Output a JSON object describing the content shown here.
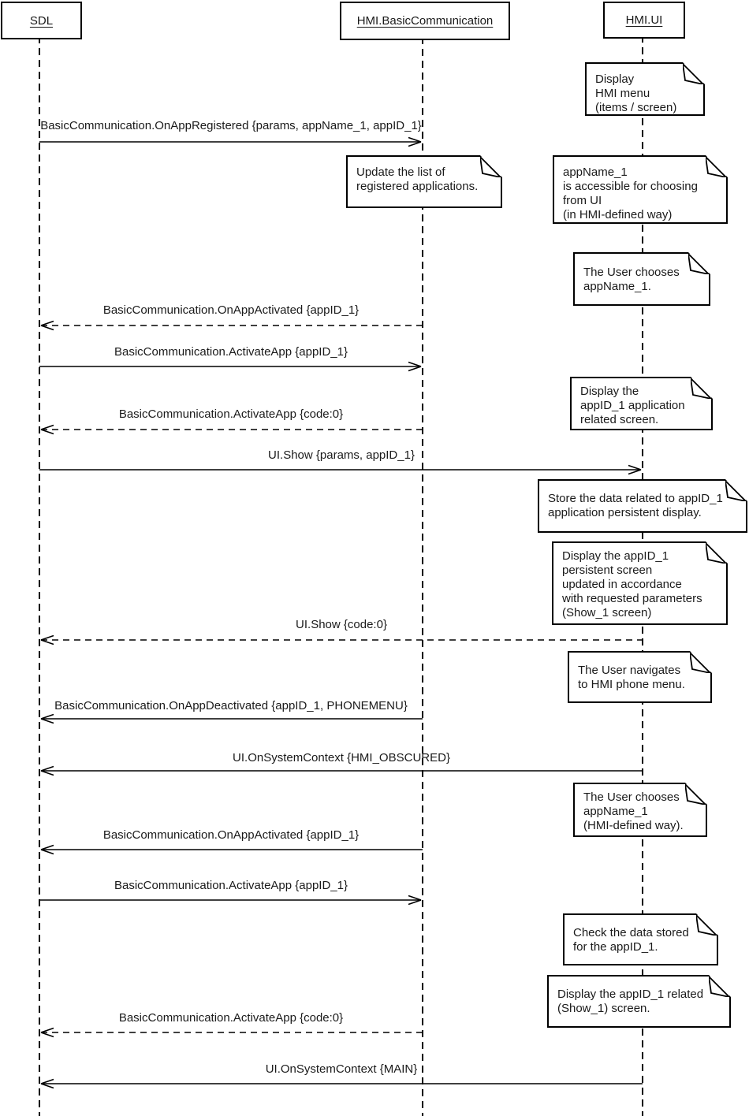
{
  "diagram": {
    "type": "uml-sequence-diagram",
    "colors": {
      "line": "#000000",
      "background": "#ffffff",
      "text": "#1a1a1a"
    },
    "participants": [
      {
        "name": "SDL"
      },
      {
        "name": "HMI.BasicCommunication"
      },
      {
        "name": "HMI.UI"
      }
    ],
    "messages": [
      {
        "label": "BasicCommunication.OnAppRegistered {params, appName_1, appID_1}",
        "from": "SDL",
        "to": "HMI.BasicCommunication",
        "style": "solid"
      },
      {
        "label": "BasicCommunication.OnAppActivated {appID_1}",
        "from": "HMI.BasicCommunication",
        "to": "SDL",
        "style": "dashed"
      },
      {
        "label": "BasicCommunication.ActivateApp {appID_1}",
        "from": "SDL",
        "to": "HMI.BasicCommunication",
        "style": "solid"
      },
      {
        "label": "BasicCommunication.ActivateApp {code:0}",
        "from": "HMI.BasicCommunication",
        "to": "SDL",
        "style": "dashed"
      },
      {
        "label": "UI.Show {params, appID_1}",
        "from": "SDL",
        "to": "HMI.UI",
        "style": "solid"
      },
      {
        "label": "UI.Show {code:0}",
        "from": "HMI.UI",
        "to": "SDL",
        "style": "dashed"
      },
      {
        "label": "BasicCommunication.OnAppDeactivated {appID_1, PHONEMENU}",
        "from": "HMI.BasicCommunication",
        "to": "SDL",
        "style": "solid"
      },
      {
        "label": "UI.OnSystemContext {HMI_OBSCURED}",
        "from": "HMI.UI",
        "to": "SDL",
        "style": "solid"
      },
      {
        "label": "BasicCommunication.OnAppActivated {appID_1}",
        "from": "HMI.BasicCommunication",
        "to": "SDL",
        "style": "solid"
      },
      {
        "label": "BasicCommunication.ActivateApp {appID_1}",
        "from": "SDL",
        "to": "HMI.BasicCommunication",
        "style": "solid"
      },
      {
        "label": "BasicCommunication.ActivateApp {code:0}",
        "from": "HMI.BasicCommunication",
        "to": "SDL",
        "style": "dashed"
      },
      {
        "label": "UI.OnSystemContext {MAIN}",
        "from": "HMI.UI",
        "to": "SDL",
        "style": "solid"
      }
    ],
    "notes": [
      {
        "text": "Display\nHMI menu\n(items / screen)",
        "anchor": "HMI.UI"
      },
      {
        "text": "Update the list of\nregistered applications.",
        "anchor": "HMI.BasicCommunication"
      },
      {
        "text": "appName_1\nis accessible for choosing\nfrom UI\n(in HMI-defined way)",
        "anchor": "HMI.UI"
      },
      {
        "text": "The User chooses\nappName_1.",
        "anchor": "HMI.UI"
      },
      {
        "text": "Display the\nappID_1 application\nrelated screen.",
        "anchor": "HMI.UI"
      },
      {
        "text": "Store the data related to appID_1\napplication persistent display.",
        "anchor": "HMI.UI"
      },
      {
        "text": "Display the appID_1\npersistent screen\nupdated in accordance\nwith requested parameters\n(Show_1 screen)",
        "anchor": "HMI.UI"
      },
      {
        "text": "The User navigates\nto HMI phone menu.",
        "anchor": "HMI.UI"
      },
      {
        "text": "The User chooses\nappName_1\n(HMI-defined way).",
        "anchor": "HMI.UI"
      },
      {
        "text": "Check the data stored\nfor the appID_1.",
        "anchor": "HMI.UI"
      },
      {
        "text": "Display the appID_1 related\n(Show_1) screen.",
        "anchor": "HMI.UI"
      }
    ]
  }
}
